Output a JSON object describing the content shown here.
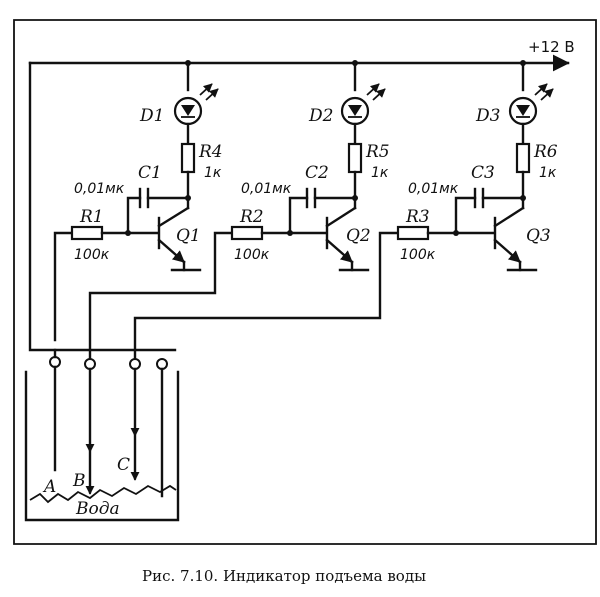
{
  "supply": {
    "label": "+12 B"
  },
  "stages": [
    {
      "led": "D1",
      "led_res": "R4",
      "led_res_val": "1к",
      "cap": "C1",
      "cap_val": "0,01мк",
      "base_res": "R1",
      "base_res_val": "100к",
      "transistor": "Q1"
    },
    {
      "led": "D2",
      "led_res": "R5",
      "led_res_val": "1к",
      "cap": "C2",
      "cap_val": "0,01мк",
      "base_res": "R2",
      "base_res_val": "100к",
      "transistor": "Q2"
    },
    {
      "led": "D3",
      "led_res": "R6",
      "led_res_val": "1к",
      "cap": "C3",
      "cap_val": "0,01мк",
      "base_res": "R3",
      "base_res_val": "100к",
      "transistor": "Q3"
    }
  ],
  "probes": {
    "a": "A",
    "b": "B",
    "c": "C"
  },
  "tank": {
    "label": "Вода"
  },
  "caption": "Рис. 7.10. Индикатор подъема воды"
}
